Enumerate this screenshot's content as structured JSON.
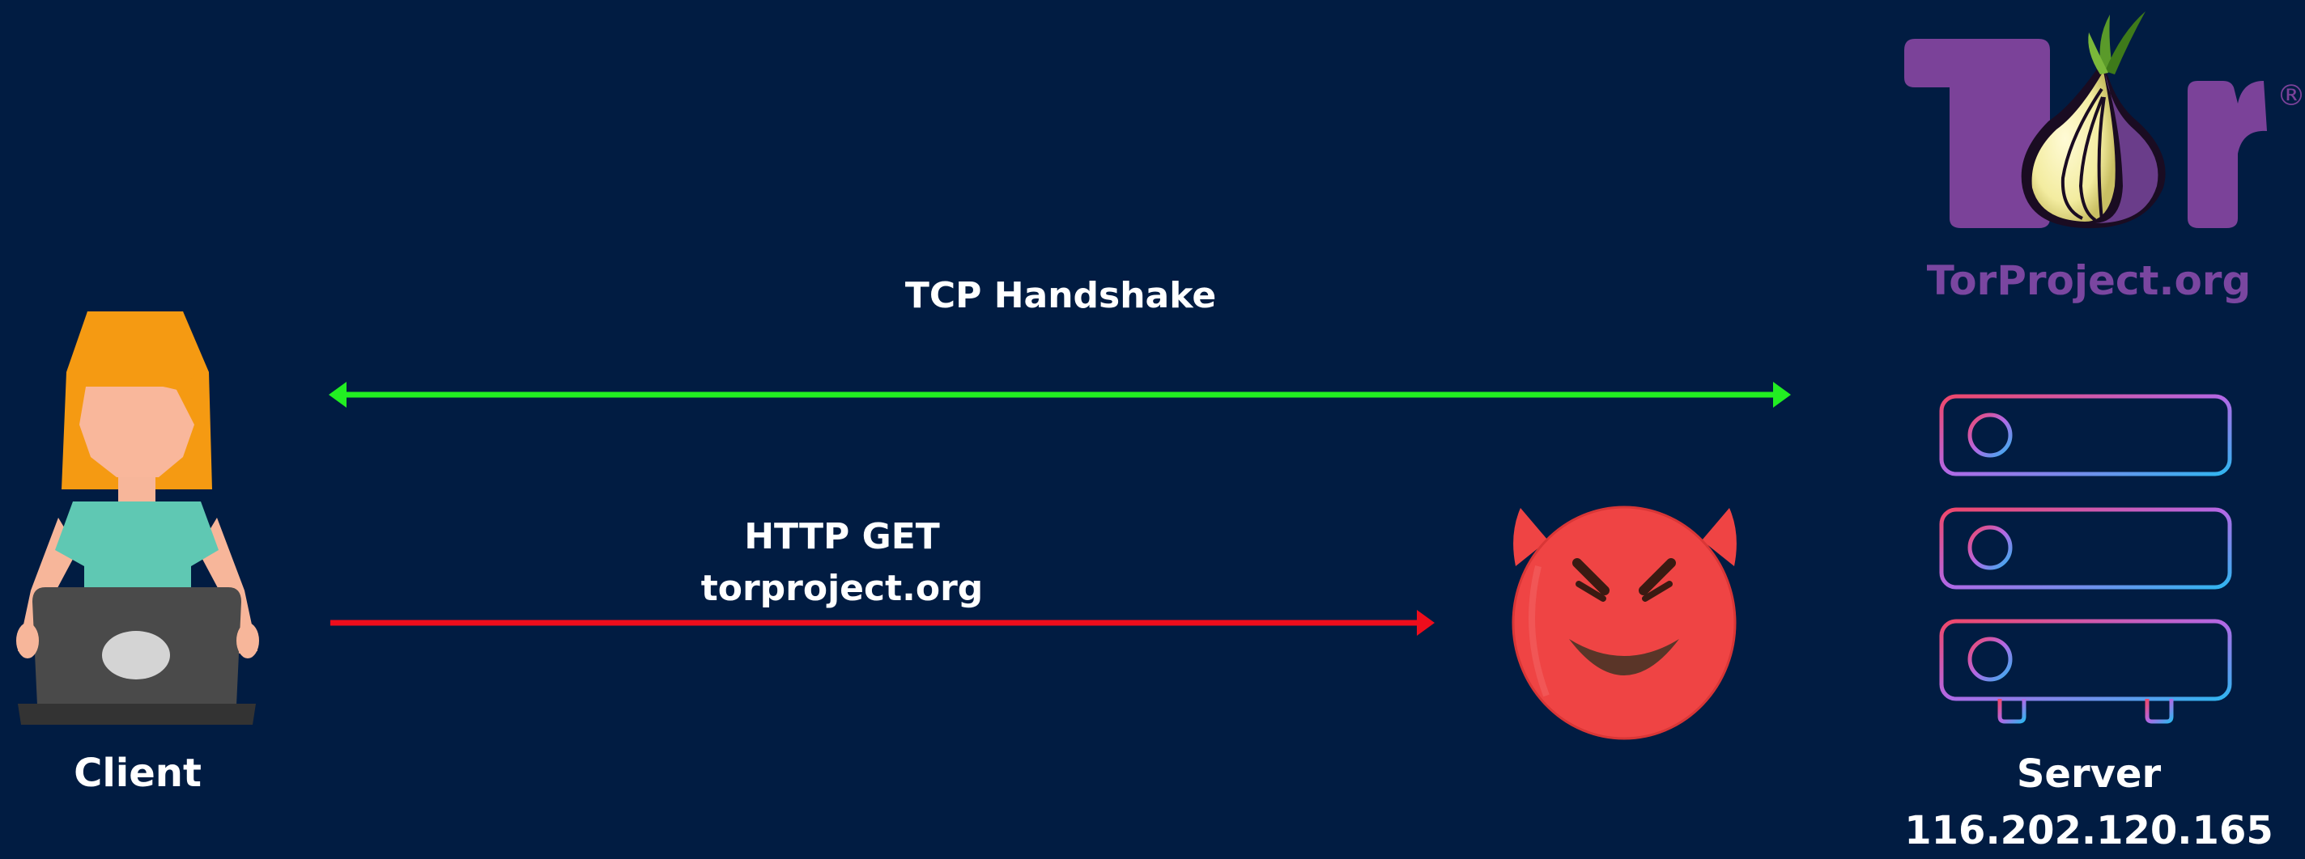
{
  "logo": {
    "wordmark": "Tor",
    "registered": "®",
    "url": "TorProject.org",
    "color": "#7b4299"
  },
  "handshake": {
    "label": "TCP Handshake",
    "color": "#22ee22"
  },
  "request": {
    "method_line": "HTTP GET",
    "host_line": "torproject.org",
    "color": "#ee0d1c"
  },
  "client": {
    "label": "Client",
    "icon": "person-with-laptop-icon"
  },
  "attacker": {
    "icon": "devil-face-icon",
    "color": "#ef4444"
  },
  "server": {
    "label": "Server",
    "ip": "116.202.120.165",
    "icon": "server-rack-icon"
  },
  "colors": {
    "background": "#011c42",
    "text": "#ffffff"
  }
}
